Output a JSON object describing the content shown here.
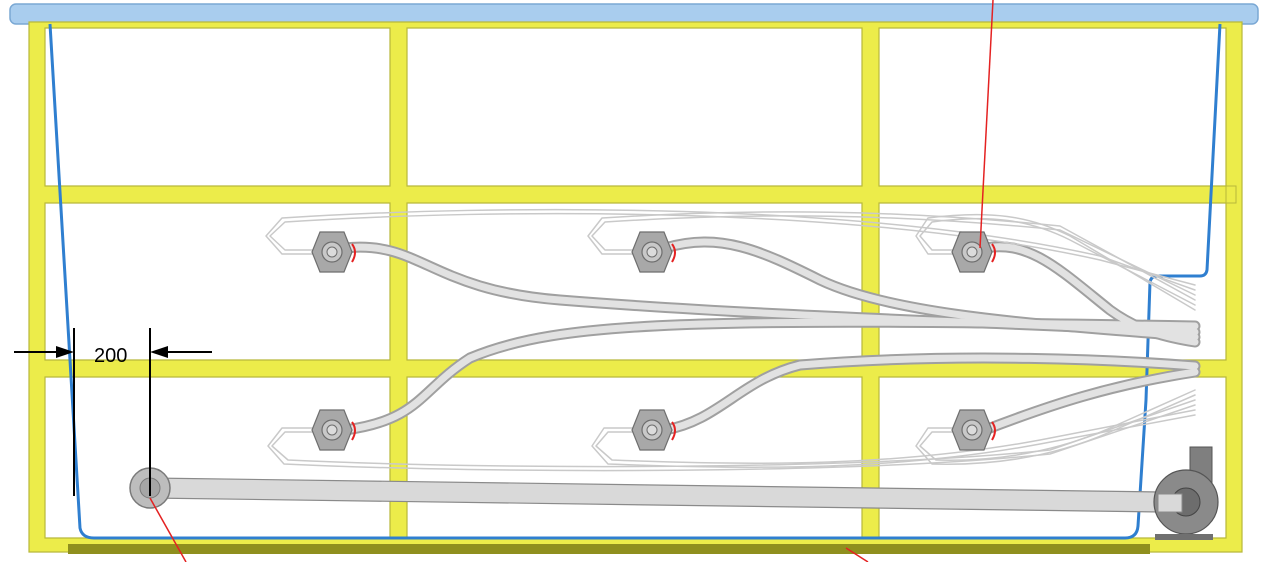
{
  "diagram": {
    "dimension": {
      "value": "200",
      "unit": ""
    },
    "colors": {
      "frame": "#ecec4a",
      "frame_edge": "#b8b83a",
      "lid": "#a9cdee",
      "liner": "#2f7fd0",
      "base_plate": "#8f8f1e",
      "hose": "#d4d4d4",
      "hose_edge": "#9a9a9a",
      "pipe": "#d9d9d9",
      "pump": "#808080",
      "nozzle": "#a8a8a8",
      "pointer": "#e42222",
      "dimension": "#000000"
    },
    "nozzles": {
      "rows": 2,
      "per_row": 3,
      "total": 6
    },
    "icons": [
      "jet-nozzle-icon",
      "pump-icon",
      "suction-fitting-icon",
      "dimension-arrow-icon"
    ]
  }
}
